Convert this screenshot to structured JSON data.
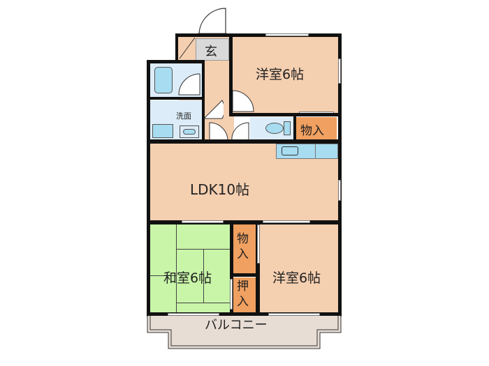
{
  "floorplan": {
    "rooms": {
      "entrance": {
        "label": "玄",
        "color": "#d9d9d9"
      },
      "western_room_1": {
        "label": "洋室6帖",
        "color": "#f4cfb0"
      },
      "washroom": {
        "label": "洗面",
        "color": "#dcecf8"
      },
      "bath": {
        "label": "",
        "color": "#dcecf8"
      },
      "toilet": {
        "label": "",
        "color": "#dcecf8"
      },
      "storage_1": {
        "label": "物入",
        "color": "#f0a060"
      },
      "ldk": {
        "label": "LDK10帖",
        "color": "#f4cfb0"
      },
      "japanese_room": {
        "label": "和室6帖",
        "color": "#c8f5a8"
      },
      "storage_2": {
        "label": "物入",
        "color": "#f0a060"
      },
      "closet": {
        "label": "押入",
        "color": "#f0a060"
      },
      "western_room_2": {
        "label": "洋室6帖",
        "color": "#f4cfb0"
      },
      "balcony": {
        "label": "バルコニー",
        "color": "#e8ddd4"
      }
    },
    "colors": {
      "wall": "#111111",
      "fixture": "#a8dcf0",
      "hallway": "#f4cfb0"
    }
  }
}
